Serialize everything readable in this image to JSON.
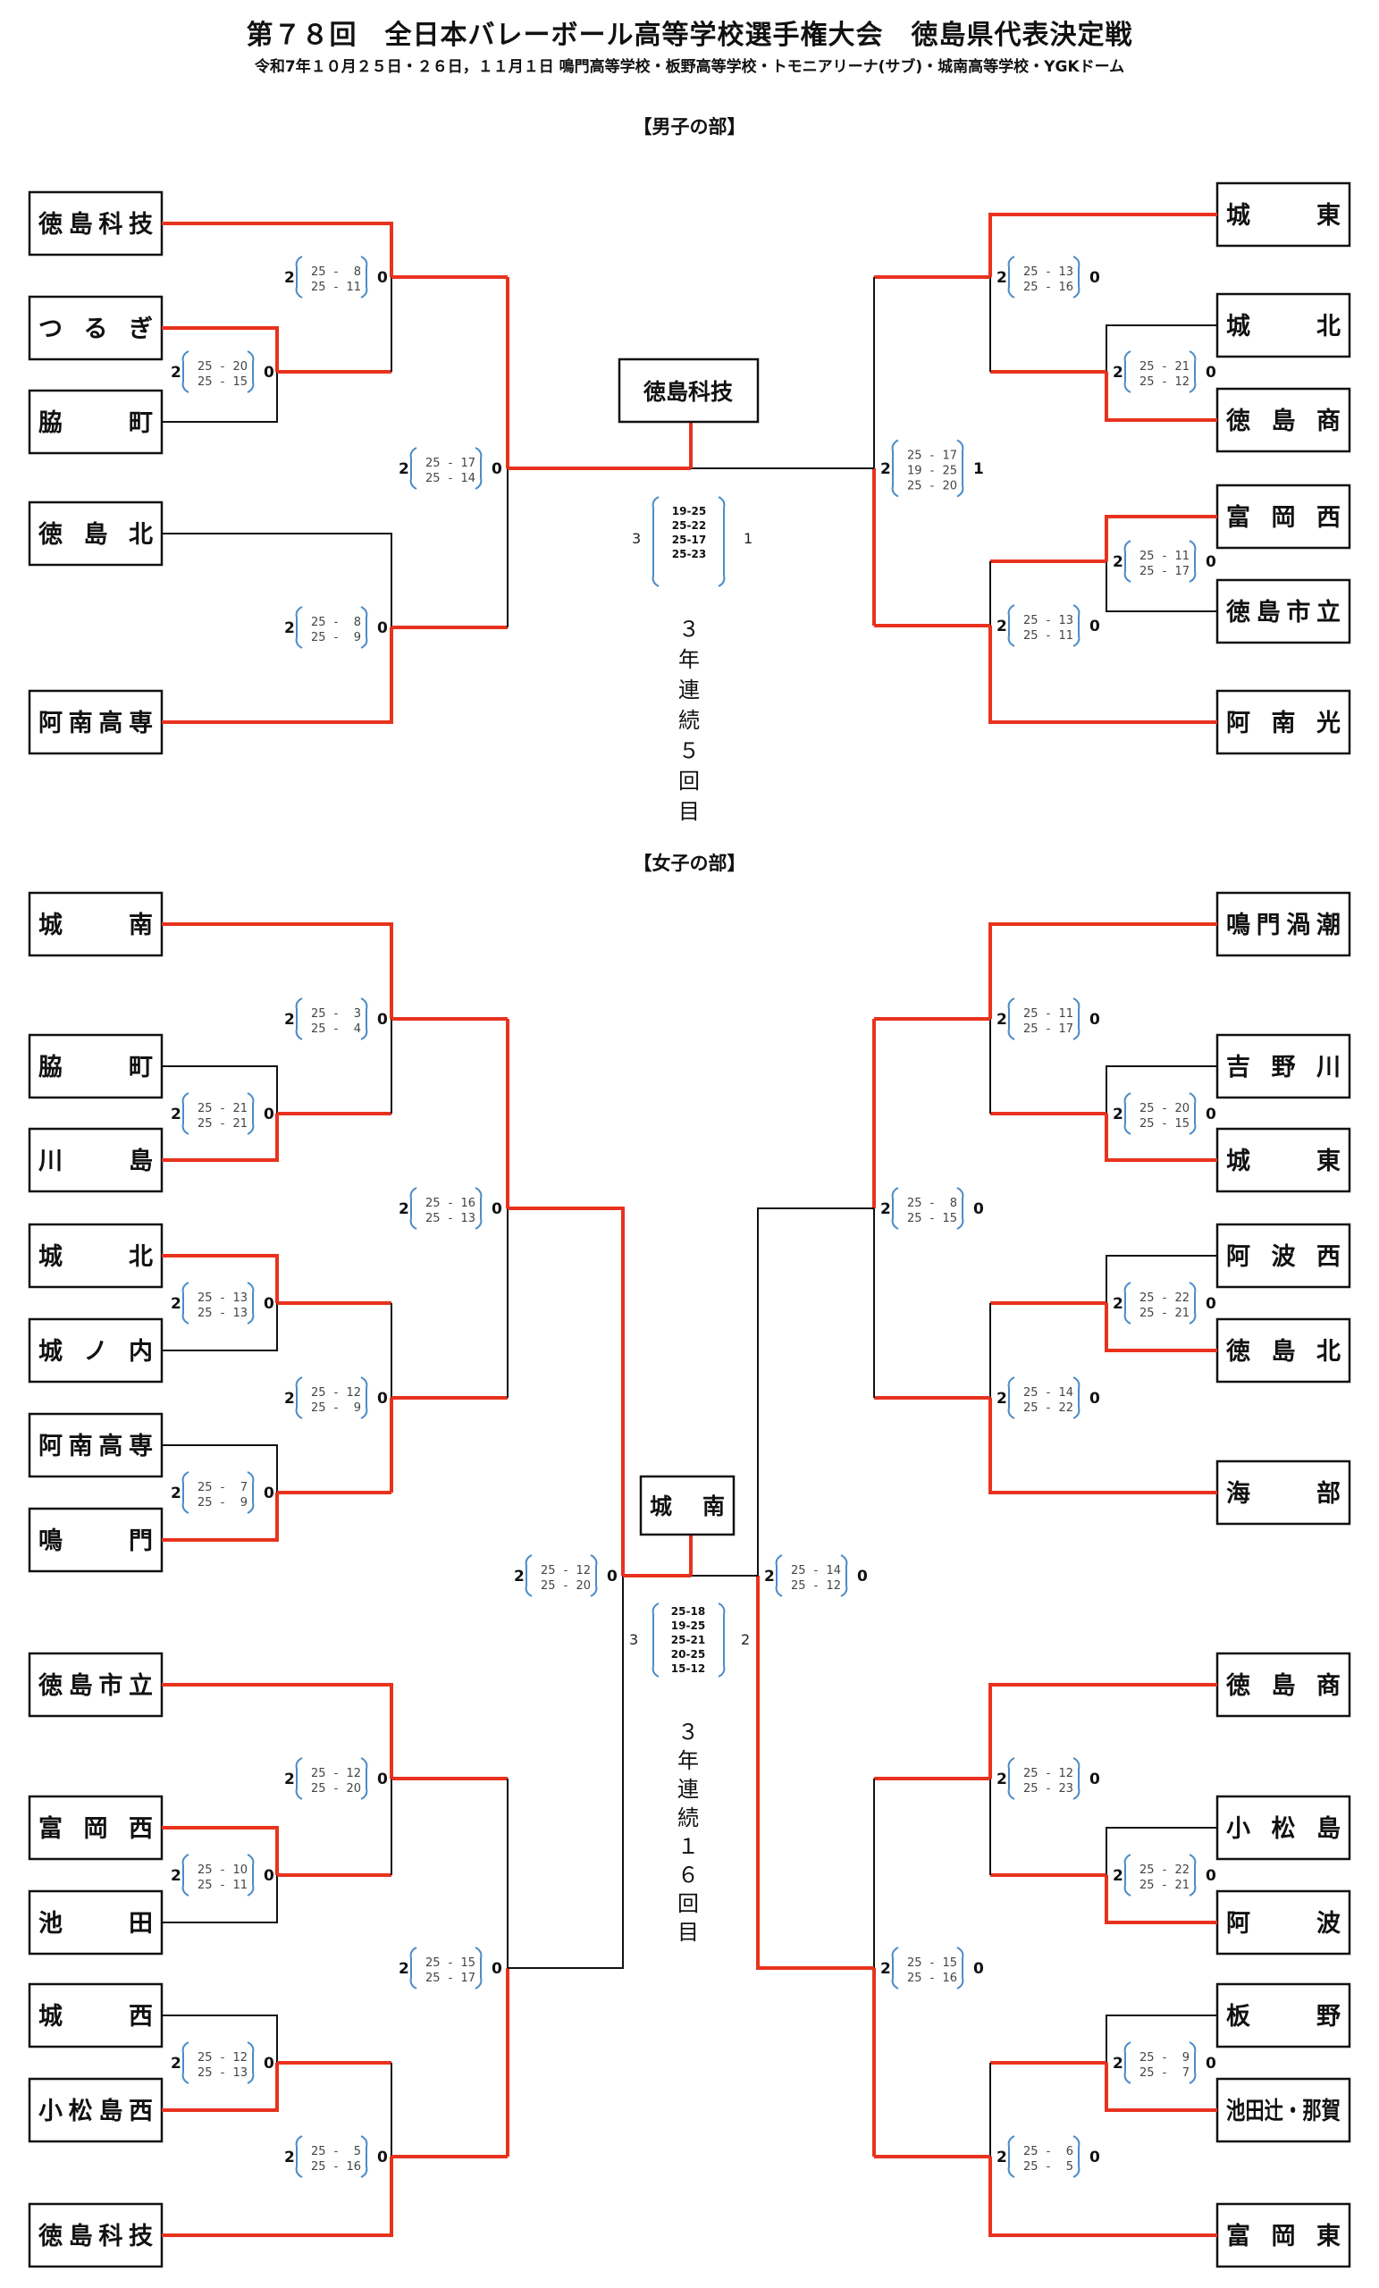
{
  "header": {
    "title": "第７８回　全日本バレーボール高等学校選手権大会　徳島県代表決定戦",
    "subtitle": "令和7年１０月２５日・２６日，１１月１日 鳴門高等学校・板野高等学校・トモニアリーナ(サブ)・城南高等学校・YGKドーム"
  },
  "colors": {
    "win_line": "#e8321e",
    "lose_line": "#111111",
    "bracket": "#4a8cc8",
    "box_border": "#111111"
  },
  "divisions": [
    {
      "id": "boys",
      "label": "【男子の部】",
      "champion": "徳島科技",
      "note": "３年連続５回目",
      "left_teams": [
        "徳島科技",
        "つるぎ",
        "脇町",
        "徳島北",
        "阿南高専"
      ],
      "right_teams": [
        "城東",
        "城北",
        "徳島商",
        "富岡西",
        "徳島市立",
        "阿南光"
      ],
      "matches": [
        {
          "id": "L1",
          "side": "left",
          "round": 1,
          "teams": [
            "つるぎ",
            "脇町"
          ],
          "winner": "つるぎ",
          "won": 2,
          "lost": 0,
          "sets": [
            [
              25,
              20
            ],
            [
              25,
              15
            ]
          ]
        },
        {
          "id": "L2",
          "side": "left",
          "round": 2,
          "teams": [
            "徳島科技",
            "つるぎ"
          ],
          "winner": "徳島科技",
          "won": 2,
          "lost": 0,
          "sets": [
            [
              25,
              8
            ],
            [
              25,
              11
            ]
          ]
        },
        {
          "id": "L3",
          "side": "left",
          "round": 2,
          "teams": [
            "徳島北",
            "阿南高専"
          ],
          "winner": "阿南高専",
          "won": 2,
          "lost": 0,
          "sets": [
            [
              25,
              8
            ],
            [
              25,
              9
            ]
          ]
        },
        {
          "id": "L4",
          "side": "left",
          "round": 3,
          "teams": [
            "徳島科技",
            "阿南高専"
          ],
          "winner": "徳島科技",
          "won": 2,
          "lost": 0,
          "sets": [
            [
              25,
              17
            ],
            [
              25,
              14
            ]
          ]
        },
        {
          "id": "R1",
          "side": "right",
          "round": 1,
          "teams": [
            "城北",
            "徳島商"
          ],
          "winner": "徳島商",
          "won": 2,
          "lost": 0,
          "sets": [
            [
              25,
              21
            ],
            [
              25,
              12
            ]
          ]
        },
        {
          "id": "R2",
          "side": "right",
          "round": 2,
          "teams": [
            "城東",
            "徳島商"
          ],
          "winner": "城東",
          "won": 2,
          "lost": 0,
          "sets": [
            [
              25,
              13
            ],
            [
              25,
              16
            ]
          ]
        },
        {
          "id": "R3",
          "side": "right",
          "round": 1,
          "teams": [
            "富岡西",
            "徳島市立"
          ],
          "winner": "富岡西",
          "won": 2,
          "lost": 0,
          "sets": [
            [
              25,
              11
            ],
            [
              25,
              17
            ]
          ]
        },
        {
          "id": "R4",
          "side": "right",
          "round": 2,
          "teams": [
            "富岡西",
            "阿南光"
          ],
          "winner": "阿南光",
          "won": 2,
          "lost": 0,
          "sets": [
            [
              25,
              13
            ],
            [
              25,
              11
            ]
          ]
        },
        {
          "id": "R5",
          "side": "right",
          "round": 3,
          "teams": [
            "城東",
            "阿南光"
          ],
          "winner": "阿南光",
          "won": 2,
          "lost": 1,
          "sets": [
            [
              25,
              17
            ],
            [
              19,
              25
            ],
            [
              25,
              20
            ]
          ]
        }
      ],
      "final": {
        "teams": [
          "徳島科技",
          "阿南光"
        ],
        "winner": "徳島科技",
        "left_sets": 3,
        "right_sets": 1,
        "sets": [
          "19-25",
          "25-22",
          "25-17",
          "25-23"
        ]
      }
    },
    {
      "id": "girls",
      "label": "【女子の部】",
      "champion": "城南",
      "note": "３年連続１６回目",
      "left_teams": [
        "城南",
        "脇町",
        "川島",
        "城北",
        "城ノ内",
        "阿南高専",
        "鳴門",
        "徳島市立",
        "富岡西",
        "池田",
        "城西",
        "小松島西",
        "徳島科技"
      ],
      "right_teams": [
        "鳴門渦潮",
        "吉野川",
        "城東",
        "阿波西",
        "徳島北",
        "海部",
        "徳島商",
        "小松島",
        "阿波",
        "板野",
        "池田辻・那賀",
        "富岡東"
      ],
      "matches": [
        {
          "id": "GL1",
          "side": "left",
          "round": 1,
          "teams": [
            "脇町",
            "川島"
          ],
          "winner": "川島",
          "won": 2,
          "lost": 0,
          "sets": [
            [
              25,
              21
            ],
            [
              25,
              21
            ]
          ]
        },
        {
          "id": "GL2",
          "side": "left",
          "round": 2,
          "teams": [
            "城南",
            "川島"
          ],
          "winner": "城南",
          "won": 2,
          "lost": 0,
          "sets": [
            [
              25,
              3
            ],
            [
              25,
              4
            ]
          ]
        },
        {
          "id": "GL3",
          "side": "left",
          "round": 1,
          "teams": [
            "城北",
            "城ノ内"
          ],
          "winner": "城北",
          "won": 2,
          "lost": 0,
          "sets": [
            [
              25,
              13
            ],
            [
              25,
              13
            ]
          ]
        },
        {
          "id": "GL4",
          "side": "left",
          "round": 1,
          "teams": [
            "阿南高専",
            "鳴門"
          ],
          "winner": "鳴門",
          "won": 2,
          "lost": 0,
          "sets": [
            [
              25,
              7
            ],
            [
              25,
              9
            ]
          ]
        },
        {
          "id": "GL5",
          "side": "left",
          "round": 2,
          "teams": [
            "城北",
            "鳴門"
          ],
          "winner": "鳴門",
          "won": 2,
          "lost": 0,
          "sets": [
            [
              25,
              12
            ],
            [
              25,
              9
            ]
          ]
        },
        {
          "id": "GL6",
          "side": "left",
          "round": 3,
          "teams": [
            "城南",
            "鳴門"
          ],
          "winner": "城南",
          "won": 2,
          "lost": 0,
          "sets": [
            [
              25,
              16
            ],
            [
              25,
              13
            ]
          ]
        },
        {
          "id": "GL7",
          "side": "left",
          "round": 1,
          "teams": [
            "富岡西",
            "池田"
          ],
          "winner": "富岡西",
          "won": 2,
          "lost": 0,
          "sets": [
            [
              25,
              10
            ],
            [
              25,
              11
            ]
          ]
        },
        {
          "id": "GL8",
          "side": "left",
          "round": 2,
          "teams": [
            "徳島市立",
            "富岡西"
          ],
          "winner": "徳島市立",
          "won": 2,
          "lost": 0,
          "sets": [
            [
              25,
              12
            ],
            [
              25,
              20
            ]
          ]
        },
        {
          "id": "GL9",
          "side": "left",
          "round": 1,
          "teams": [
            "城西",
            "小松島西"
          ],
          "winner": "小松島西",
          "won": 2,
          "lost": 0,
          "sets": [
            [
              25,
              12
            ],
            [
              25,
              13
            ]
          ]
        },
        {
          "id": "GL10",
          "side": "left",
          "round": 2,
          "teams": [
            "小松島西",
            "徳島科技"
          ],
          "winner": "徳島科技",
          "won": 2,
          "lost": 0,
          "sets": [
            [
              25,
              5
            ],
            [
              25,
              16
            ]
          ]
        },
        {
          "id": "GL11",
          "side": "left",
          "round": 3,
          "teams": [
            "徳島市立",
            "徳島科技"
          ],
          "winner": "徳島科技",
          "won": 2,
          "lost": 0,
          "sets": [
            [
              25,
              15
            ],
            [
              25,
              17
            ]
          ]
        },
        {
          "id": "GL12",
          "side": "left",
          "round": 4,
          "teams": [
            "城南",
            "徳島科技"
          ],
          "winner": "城南",
          "won": 2,
          "lost": 0,
          "sets": [
            [
              25,
              12
            ],
            [
              25,
              20
            ]
          ]
        },
        {
          "id": "GR1",
          "side": "right",
          "round": 1,
          "teams": [
            "吉野川",
            "城東"
          ],
          "winner": "城東",
          "won": 2,
          "lost": 0,
          "sets": [
            [
              25,
              20
            ],
            [
              25,
              15
            ]
          ]
        },
        {
          "id": "GR2",
          "side": "right",
          "round": 2,
          "teams": [
            "鳴門渦潮",
            "城東"
          ],
          "winner": "鳴門渦潮",
          "won": 2,
          "lost": 0,
          "sets": [
            [
              25,
              11
            ],
            [
              25,
              17
            ]
          ]
        },
        {
          "id": "GR3",
          "side": "right",
          "round": 1,
          "teams": [
            "阿波西",
            "徳島北"
          ],
          "winner": "徳島北",
          "won": 2,
          "lost": 0,
          "sets": [
            [
              25,
              22
            ],
            [
              25,
              21
            ]
          ]
        },
        {
          "id": "GR4",
          "side": "right",
          "round": 2,
          "teams": [
            "徳島北",
            "海部"
          ],
          "winner": "海部",
          "won": 2,
          "lost": 0,
          "sets": [
            [
              25,
              14
            ],
            [
              25,
              22
            ]
          ]
        },
        {
          "id": "GR5",
          "side": "right",
          "round": 3,
          "teams": [
            "鳴門渦潮",
            "海部"
          ],
          "winner": "鳴門渦潮",
          "won": 2,
          "lost": 0,
          "sets": [
            [
              25,
              8
            ],
            [
              25,
              15
            ]
          ]
        },
        {
          "id": "GR6",
          "side": "right",
          "round": 1,
          "teams": [
            "小松島",
            "阿波"
          ],
          "winner": "阿波",
          "won": 2,
          "lost": 0,
          "sets": [
            [
              25,
              22
            ],
            [
              25,
              21
            ]
          ]
        },
        {
          "id": "GR7",
          "side": "right",
          "round": 2,
          "teams": [
            "徳島商",
            "阿波"
          ],
          "winner": "徳島商",
          "won": 2,
          "lost": 0,
          "sets": [
            [
              25,
              12
            ],
            [
              25,
              23
            ]
          ]
        },
        {
          "id": "GR8",
          "side": "right",
          "round": 1,
          "teams": [
            "板野",
            "池田辻・那賀"
          ],
          "winner": "池田辻・那賀",
          "won": 2,
          "lost": 0,
          "sets": [
            [
              25,
              9
            ],
            [
              25,
              7
            ]
          ]
        },
        {
          "id": "GR9",
          "side": "right",
          "round": 2,
          "teams": [
            "池田辻・那賀",
            "富岡東"
          ],
          "winner": "富岡東",
          "won": 2,
          "lost": 0,
          "sets": [
            [
              25,
              6
            ],
            [
              25,
              5
            ]
          ]
        },
        {
          "id": "GR10",
          "side": "right",
          "round": 3,
          "teams": [
            "徳島商",
            "富岡東"
          ],
          "winner": "富岡東",
          "won": 2,
          "lost": 0,
          "sets": [
            [
              25,
              15
            ],
            [
              25,
              16
            ]
          ]
        },
        {
          "id": "GR11",
          "side": "right",
          "round": 4,
          "teams": [
            "鳴門渦潮",
            "富岡東"
          ],
          "winner": "富岡東",
          "won": 2,
          "lost": 0,
          "sets": [
            [
              25,
              14
            ],
            [
              25,
              12
            ]
          ]
        }
      ],
      "final": {
        "teams": [
          "城南",
          "富岡東"
        ],
        "winner": "城南",
        "left_sets": 3,
        "right_sets": 2,
        "sets": [
          "25-18",
          "19-25",
          "25-21",
          "20-25",
          "15-12"
        ]
      }
    }
  ]
}
